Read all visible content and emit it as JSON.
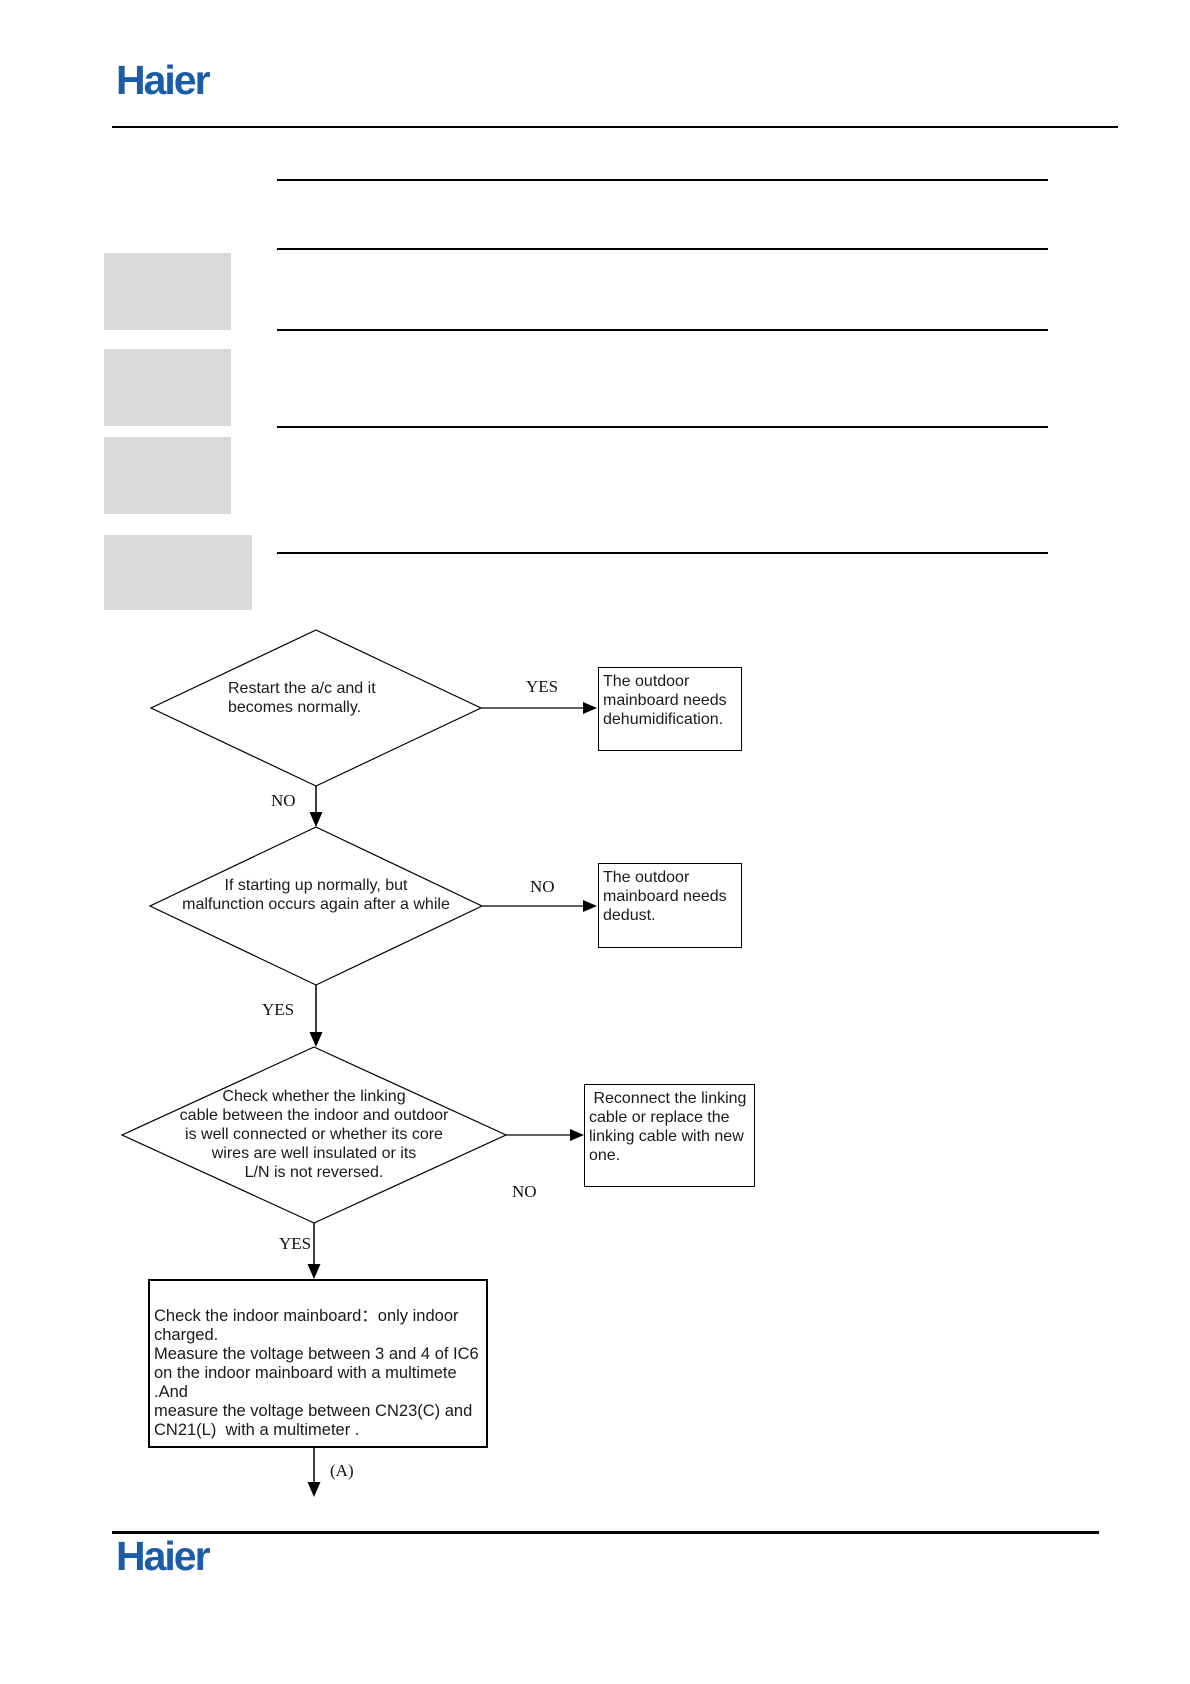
{
  "colors": {
    "brand": "#1a5ca8",
    "redacted": "#d9d9d9"
  },
  "header": {
    "logo_text": "Haier"
  },
  "footer": {
    "logo_text": "Haier"
  },
  "flowchart": {
    "decision1": {
      "text": "Restart the a/c and it\nbecomes normally.",
      "yes_label": "YES",
      "no_label": "NO"
    },
    "result1": {
      "text": "The outdoor\nmainboard needs\ndehumidification."
    },
    "decision2": {
      "text": "If starting up normally, but\nmalfunction occurs again after a while",
      "no_label": "NO",
      "yes_label": "YES"
    },
    "result2": {
      "text": "The outdoor\nmainboard needs\ndedust."
    },
    "decision3": {
      "text": "Check whether the linking\ncable between the indoor and outdoor\nis well connected or whether its core\nwires are well insulated or its\nL/N is not reversed.",
      "no_label": "NO",
      "yes_label": "YES"
    },
    "result3": {
      "text": " Reconnect the linking\ncable or replace the\nlinking cable with new\none."
    },
    "action1": {
      "text": "Check the indoor mainboard：only indoor\ncharged.\nMeasure the voltage between 3 and 4 of IC6\non the indoor mainboard with a multimete .And\nmeasure the voltage between CN23(C) and\nCN21(L)  with a multimeter ."
    },
    "connector_label": "(A)"
  }
}
